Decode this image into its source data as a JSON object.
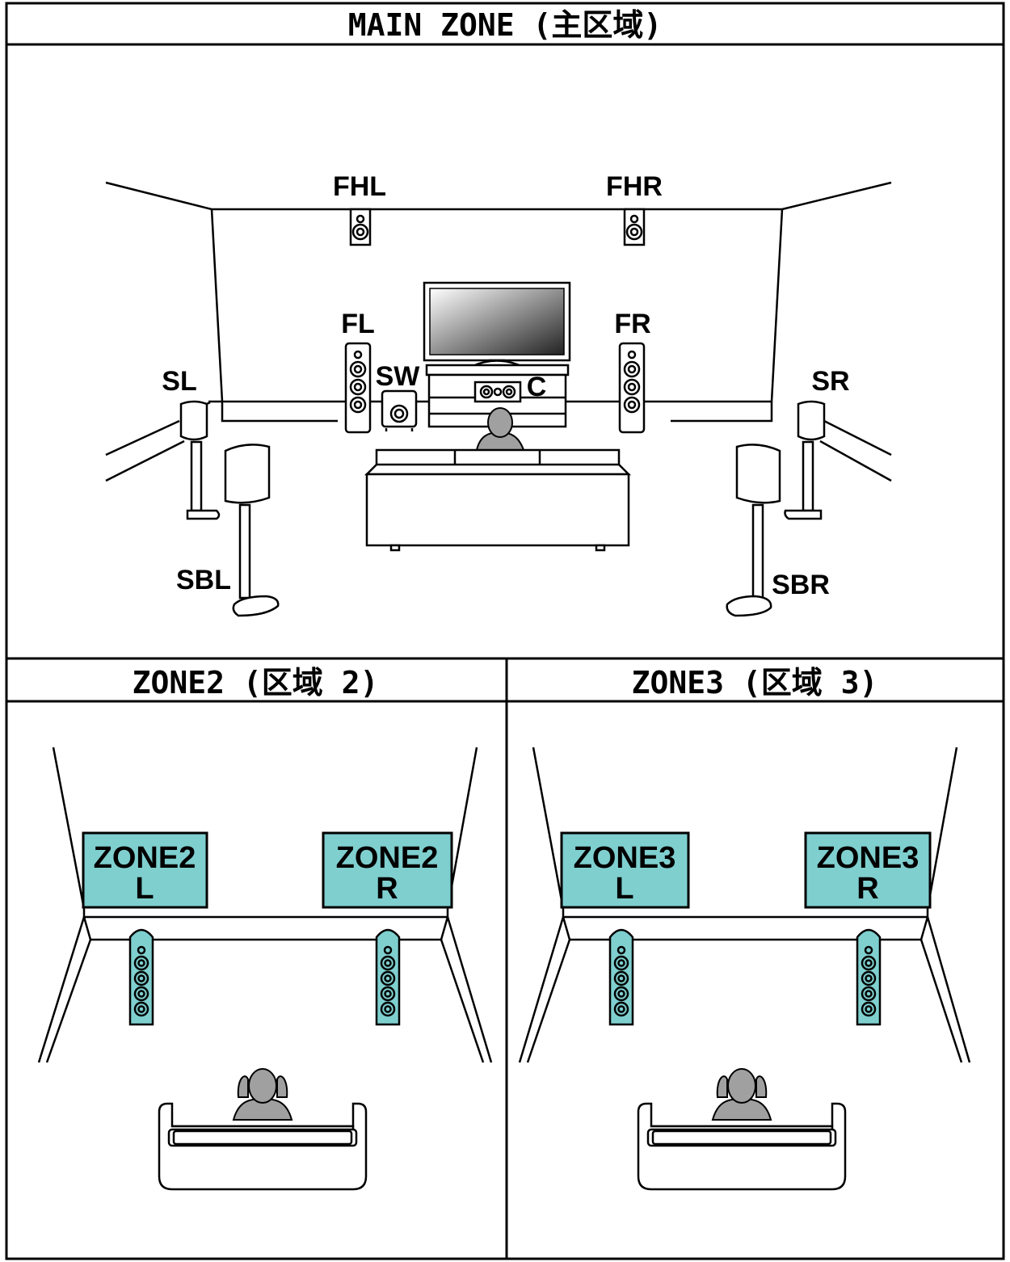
{
  "main_zone": {
    "title": "MAIN ZONE (主区域)",
    "speakers": {
      "fhl": "FHL",
      "fhr": "FHR",
      "fl": "FL",
      "fr": "FR",
      "sw": "SW",
      "c": "C",
      "sl": "SL",
      "sr": "SR",
      "sbl": "SBL",
      "sbr": "SBR"
    }
  },
  "zone2": {
    "title": "ZONE2 (区域 2)",
    "left_label": [
      "ZONE2",
      "L"
    ],
    "right_label": [
      "ZONE2",
      "R"
    ]
  },
  "zone3": {
    "title": "ZONE3 (区域 3)",
    "left_label": [
      "ZONE3",
      "L"
    ],
    "right_label": [
      "ZONE3",
      "R"
    ]
  },
  "colors": {
    "zone_speaker": "#7fcfcf",
    "listener": "#a0a0a0"
  }
}
